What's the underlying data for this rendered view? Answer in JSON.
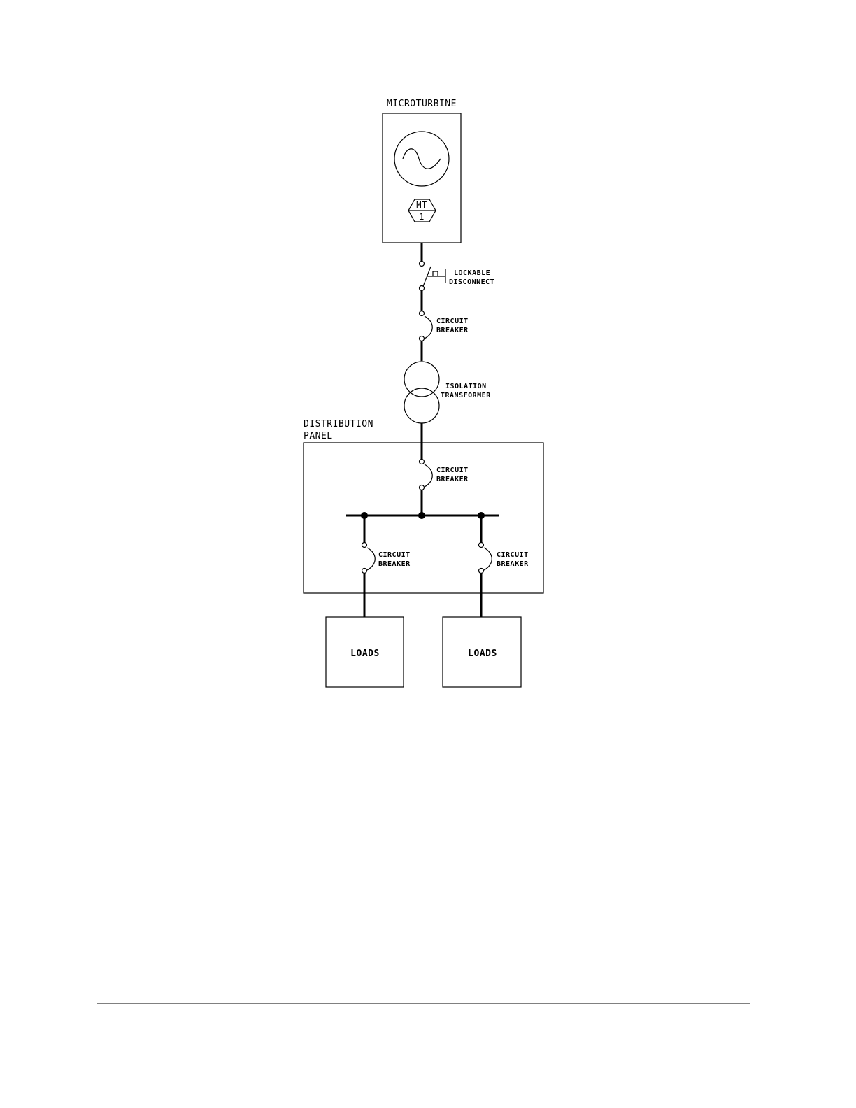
{
  "labels": {
    "microturbine": "MICROTURBINE",
    "mt_top": "MT",
    "mt_bottom": "1",
    "lockable_1": "LOCKABLE",
    "lockable_2": "DISCONNECT",
    "circuit": "CIRCUIT",
    "breaker": "BREAKER",
    "isolation": "ISOLATION",
    "transformer": "TRANSFORMER",
    "distribution": "DISTRIBUTION",
    "panel": "PANEL",
    "loads": "LOADS"
  },
  "colors": {
    "line": "#000000",
    "background": "#ffffff"
  }
}
